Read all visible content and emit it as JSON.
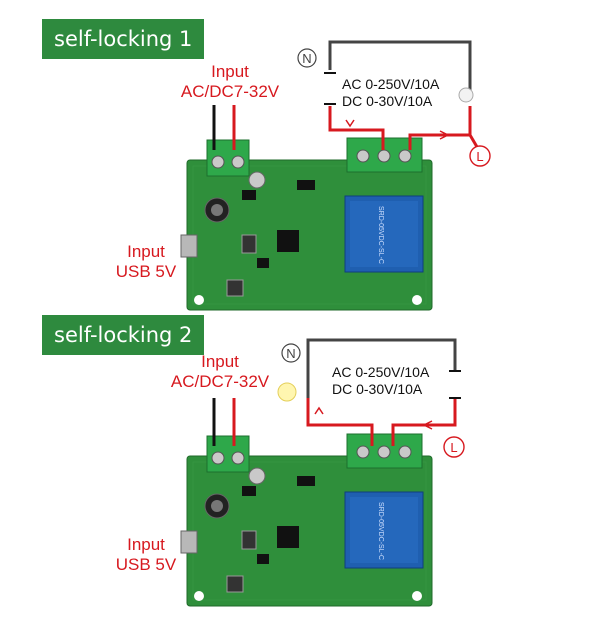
{
  "colors": {
    "tag_bg": "#2e8a3e",
    "label_red": "#d7191f",
    "board_green": "#2f8f3b",
    "relay_blue": "#1f5fb0"
  },
  "section1": {
    "tag": "self-locking 1",
    "input_title": "Input",
    "input_voltage": "AC/DC7-32V",
    "usb_title": "Input",
    "usb_voltage": "USB 5V",
    "load_ac": "AC 0-250V/10A",
    "load_dc": "DC 0-30V/10A",
    "neutral": "N",
    "live": "L"
  },
  "section2": {
    "tag": "self-locking 2",
    "input_title": "Input",
    "input_voltage": "AC/DC7-32V",
    "usb_title": "Input",
    "usb_voltage": "USB 5V",
    "load_ac": "AC 0-250V/10A",
    "load_dc": "DC 0-30V/10A",
    "neutral": "N",
    "live": "L"
  }
}
